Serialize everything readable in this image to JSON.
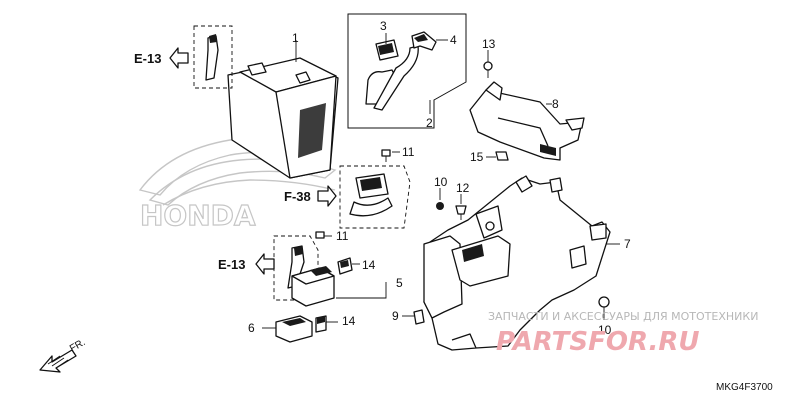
{
  "diagram_code": "MKG4F3700",
  "watermark": {
    "logo_text": "HONDA",
    "shop_caption": "ЗАПЧАСТИ И АКСЕССУАРЫ ДЛЯ МОТОТЕХНИКИ",
    "shop_brand": "PARTSFOR.RU"
  },
  "direction": {
    "label": "FR."
  },
  "references": [
    {
      "id": "ref-e13-top",
      "label": "E-13"
    },
    {
      "id": "ref-f38",
      "label": "F-38"
    },
    {
      "id": "ref-e13-bottom",
      "label": "E-13"
    }
  ],
  "callouts": [
    {
      "id": "callout-1",
      "label": "1"
    },
    {
      "id": "callout-2",
      "label": "2"
    },
    {
      "id": "callout-3",
      "label": "3"
    },
    {
      "id": "callout-4",
      "label": "4"
    },
    {
      "id": "callout-5",
      "label": "5"
    },
    {
      "id": "callout-6",
      "label": "6"
    },
    {
      "id": "callout-7",
      "label": "7"
    },
    {
      "id": "callout-8",
      "label": "8"
    },
    {
      "id": "callout-9",
      "label": "9"
    },
    {
      "id": "callout-10a",
      "label": "10"
    },
    {
      "id": "callout-10b",
      "label": "10"
    },
    {
      "id": "callout-11a",
      "label": "11"
    },
    {
      "id": "callout-11b",
      "label": "11"
    },
    {
      "id": "callout-12",
      "label": "12"
    },
    {
      "id": "callout-13",
      "label": "13"
    },
    {
      "id": "callout-14a",
      "label": "14"
    },
    {
      "id": "callout-14b",
      "label": "14"
    },
    {
      "id": "callout-15",
      "label": "15"
    }
  ]
}
